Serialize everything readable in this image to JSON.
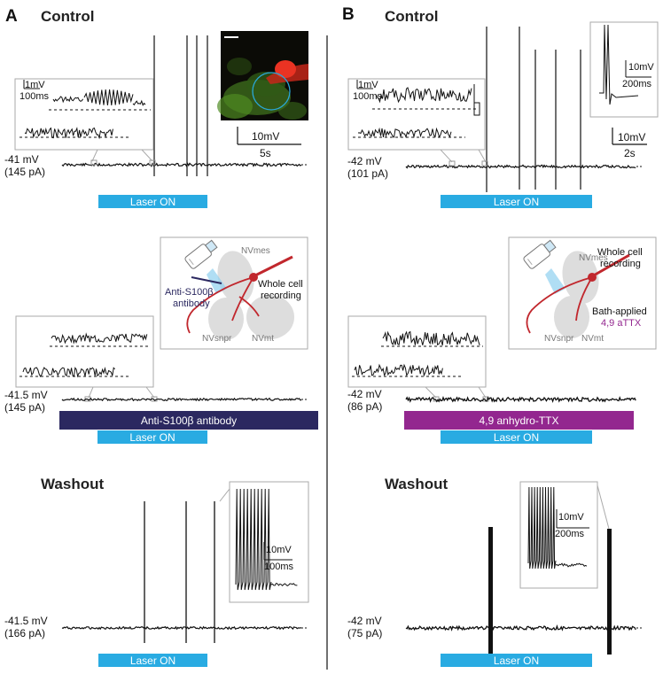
{
  "panels": {
    "a": {
      "letter": "A",
      "control": {
        "heading": "Control",
        "voltage": "-41 mV",
        "current": "(145 pA)",
        "inset_scale_v": "1mV",
        "inset_scale_t": "100ms",
        "scale_v": "10mV",
        "scale_t": "5s",
        "laser": "Laser ON"
      },
      "antibody": {
        "voltage": "-41.5 mV",
        "current": "(145 pA)",
        "treatment": "Anti-S100β antibody",
        "laser": "Laser ON",
        "diagram": {
          "nvmes": "NVmes",
          "whole_cell_1": "Whole cell",
          "whole_cell_2": "recording",
          "antibody_1": "Anti-S100β",
          "antibody_2": "antibody",
          "nvsnpr": "NVsnpr",
          "nvmt": "NVmt"
        }
      },
      "washout": {
        "heading": "Washout",
        "voltage": "-41.5 mV",
        "current": "(166 pA)",
        "inset_scale_v": "10mV",
        "inset_scale_t": "100ms",
        "laser": "Laser ON"
      }
    },
    "b": {
      "letter": "B",
      "control": {
        "heading": "Control",
        "voltage": "-42 mV",
        "current": "(101 pA)",
        "inset_scale_v": "1mV",
        "inset_scale_t": "100ms",
        "spike_scale_v": "10mV",
        "spike_scale_t": "200ms",
        "scale_v": "10mV",
        "scale_t": "2s",
        "laser": "Laser ON"
      },
      "attx": {
        "voltage": "-42 mV",
        "current": "(86 pA)",
        "treatment": "4,9 anhydro-TTX",
        "laser": "Laser ON",
        "diagram": {
          "nvmes": "NVmes",
          "whole_cell_1": "Whole cell",
          "whole_cell_2": "recording",
          "bath_1": "Bath-applied",
          "bath_2": "4,9 aTTX",
          "nvsnpr": "NVsnpr",
          "nvmt": "NVmt"
        }
      },
      "washout": {
        "heading": "Washout",
        "voltage": "-42 mV",
        "current": "(75 pA)",
        "inset_scale_v": "10mV",
        "inset_scale_t": "200ms",
        "laser": "Laser ON"
      }
    }
  },
  "colors": {
    "laser_bar": "#29abe2",
    "antibody_bar": "#2b2860",
    "attx_bar": "#93278f",
    "neuron": "#c1272d",
    "antibody_text": "#2b2860",
    "attx_text": "#93278f"
  }
}
